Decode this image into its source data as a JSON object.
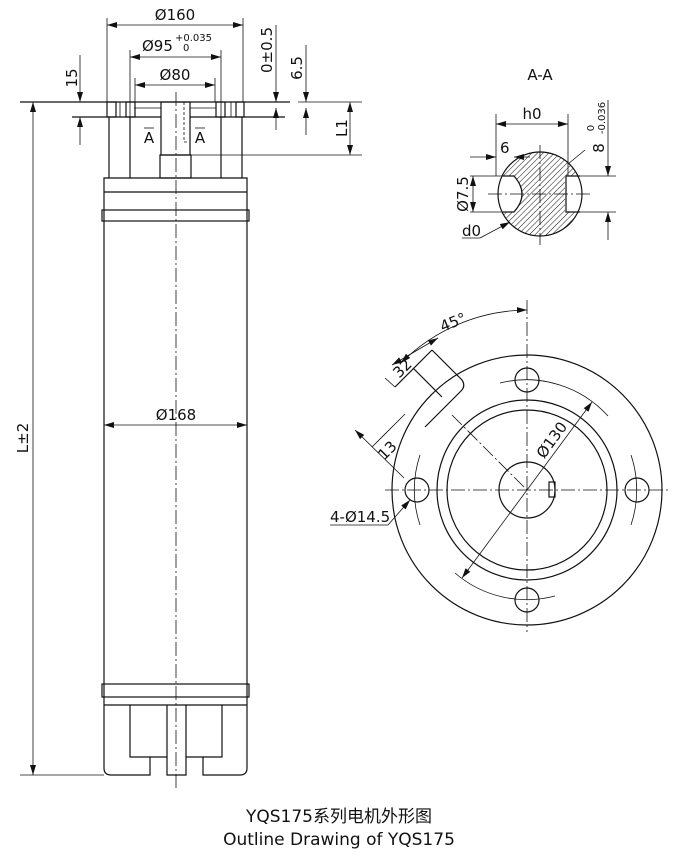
{
  "side_view": {
    "dim_flange_dia": "Ø160",
    "dim_spigot_dia": "Ø95",
    "dim_spigot_tol_upper": "+0.035",
    "dim_spigot_tol_lower": "0",
    "dim_pcd_inner": "Ø80",
    "dim_flange_thickness": "15",
    "dim_shaft_offset": "0±0.5",
    "dim_spigot_depth": "6.5",
    "dim_shaft_length": "L1",
    "dim_body_dia": "Ø168",
    "dim_total_length": "L±2",
    "section_mark_left": "A",
    "section_mark_right": "A"
  },
  "section_view": {
    "title": "A-A",
    "dim_h0": "h0",
    "dim_6": "6",
    "dim_7_5": "Ø7.5",
    "dim_8": "8",
    "dim_8_tol_upper": "0",
    "dim_8_tol_lower": "-0.036",
    "dim_d0": "d0"
  },
  "flange_view": {
    "dim_angle": "45°",
    "dim_32": "32",
    "dim_13": "13",
    "dim_pcd": "Ø130",
    "dim_holes": "4-Ø14.5"
  },
  "caption": {
    "title_cn": "YQS175系列电机外形图",
    "title_en": "Outline Drawing of YQS175"
  }
}
